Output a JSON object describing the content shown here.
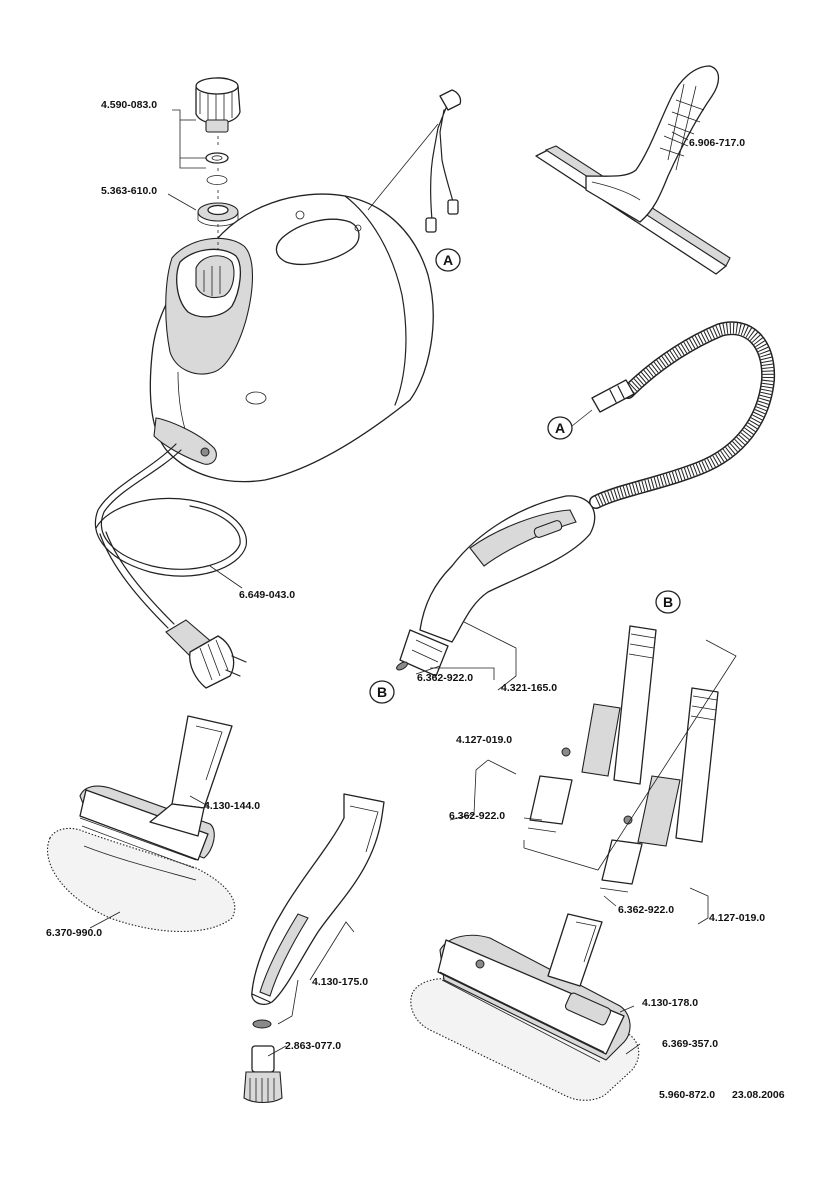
{
  "parts": [
    {
      "id": "p-4590-083",
      "number": "4.590-083.0"
    },
    {
      "id": "p-5363-610",
      "number": "5.363-610.0"
    },
    {
      "id": "p-6906-717",
      "number": "6.906-717.0"
    },
    {
      "id": "p-6649-043",
      "number": "6.649-043.0"
    },
    {
      "id": "p-6362-922-a",
      "number": "6.362-922.0"
    },
    {
      "id": "p-4321-165",
      "number": "4.321-165.0"
    },
    {
      "id": "p-4127-019-a",
      "number": "4.127-019.0"
    },
    {
      "id": "p-6362-922-b",
      "number": "6.362-922.0"
    },
    {
      "id": "p-4130-144",
      "number": "4.130-144.0"
    },
    {
      "id": "p-6370-990",
      "number": "6.370-990.0"
    },
    {
      "id": "p-6362-922-c",
      "number": "6.362-922.0"
    },
    {
      "id": "p-4127-019-b",
      "number": "4.127-019.0"
    },
    {
      "id": "p-4130-175",
      "number": "4.130-175.0"
    },
    {
      "id": "p-4130-178",
      "number": "4.130-178.0"
    },
    {
      "id": "p-2863-077",
      "number": "2.863-077.0"
    },
    {
      "id": "p-6369-357",
      "number": "6.369-357.0"
    }
  ],
  "callouts": {
    "a_unit": "A",
    "a_hose": "A",
    "b_hose": "B",
    "b_tube": "B"
  },
  "footer": {
    "document_number": "5.960-872.0",
    "date": "23.08.2006"
  }
}
